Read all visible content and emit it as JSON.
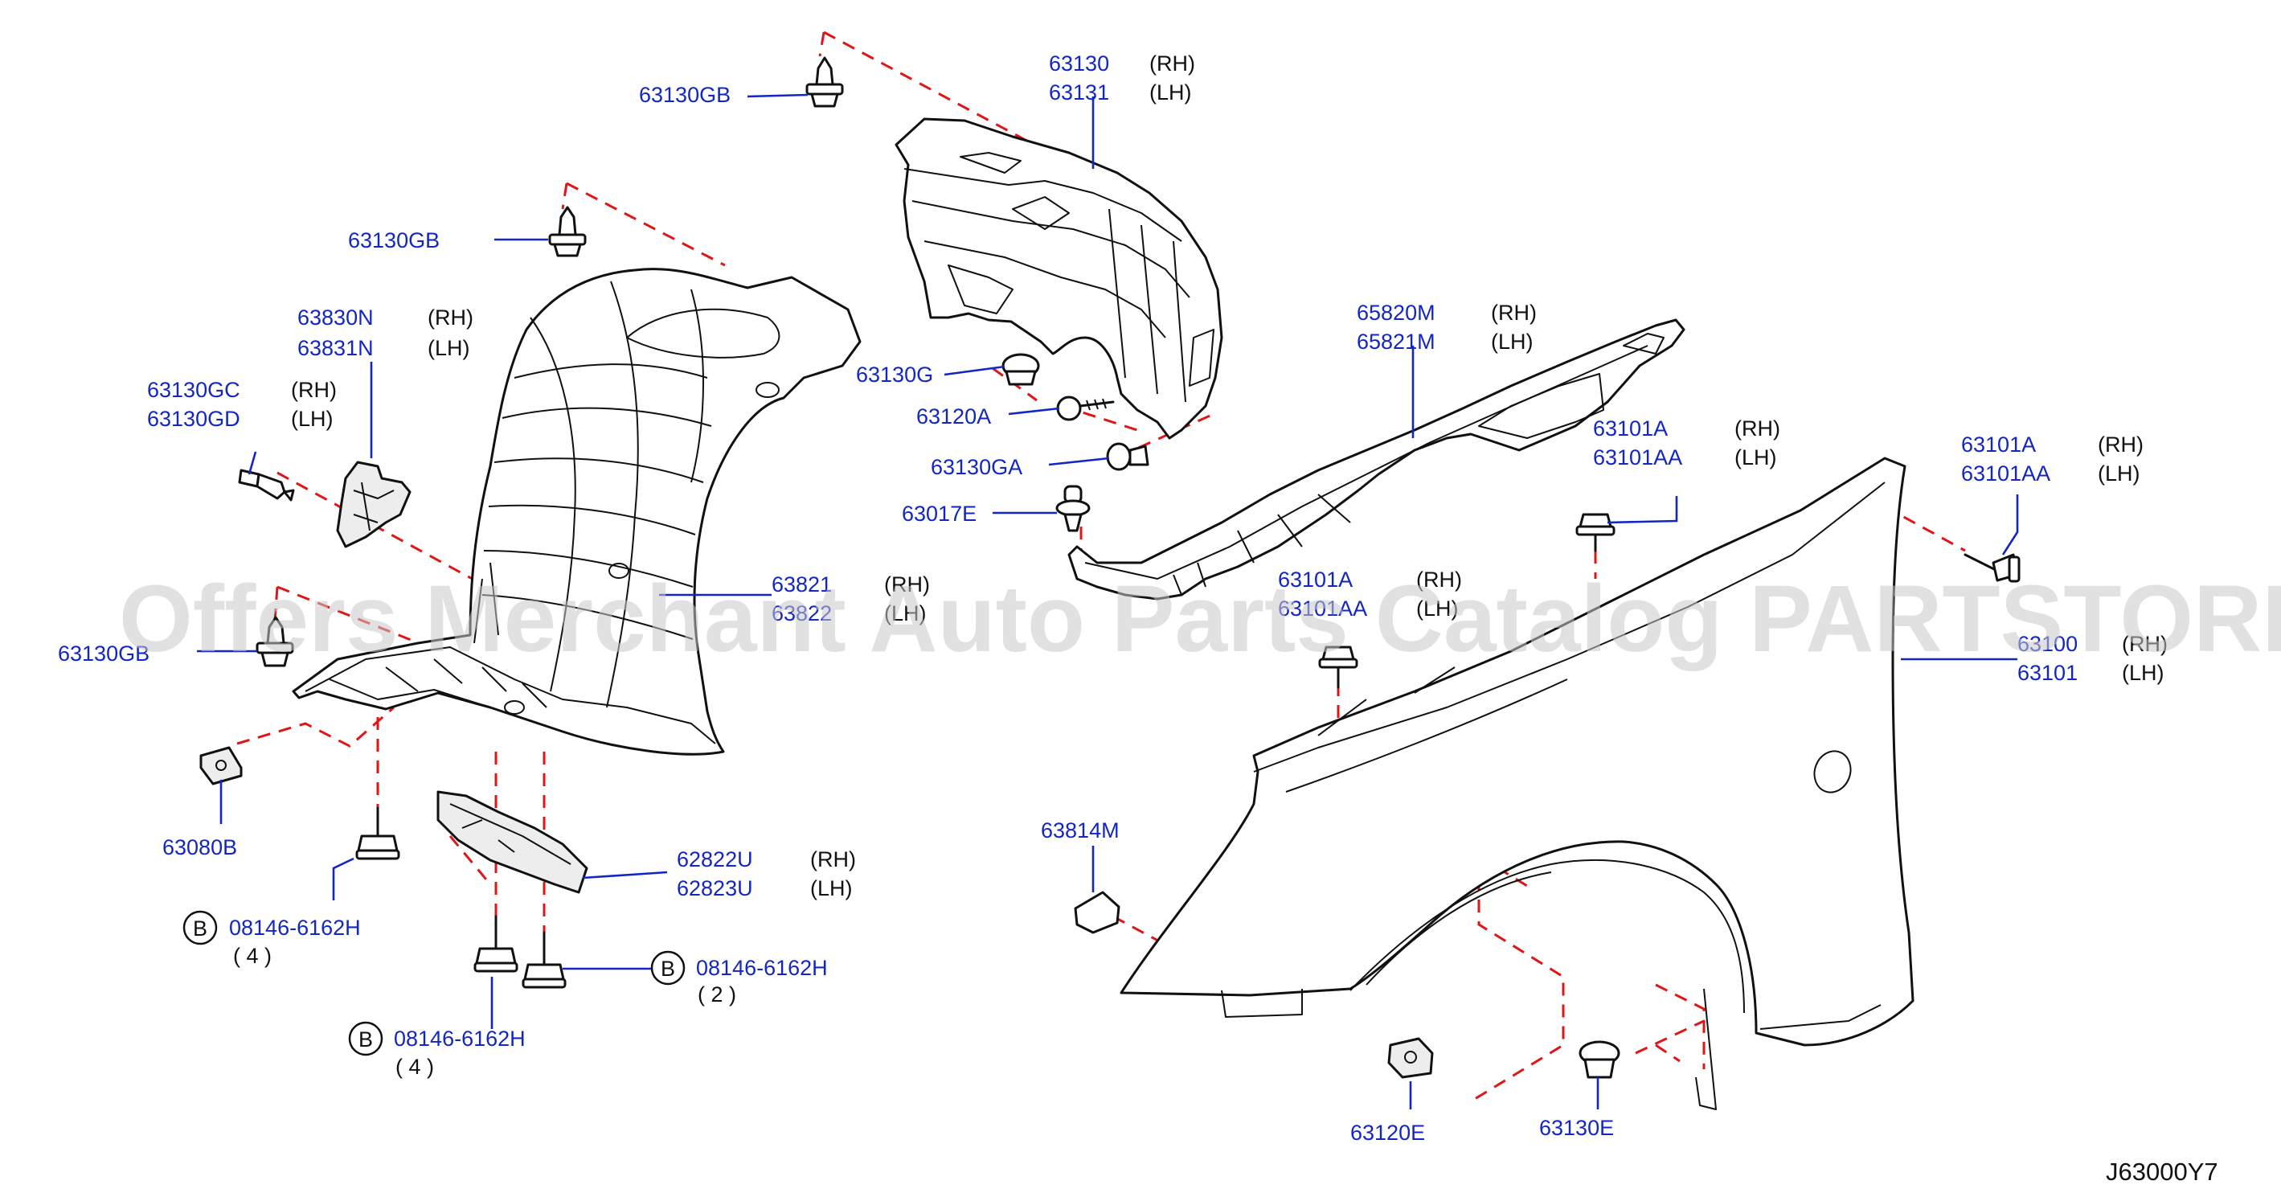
{
  "diagram": {
    "code": "J63000Y7",
    "watermark": "Offers Merchant Auto Parts Catalog PARTSTORE.SA",
    "accent_color": "#1226c6",
    "dash_color": "#e01616"
  },
  "labels": {
    "l01": {
      "part": "63130GB"
    },
    "l02": {
      "part": "63130",
      "side": "(RH)"
    },
    "l03": {
      "part": "63131",
      "side": "(LH)"
    },
    "l04": {
      "part": "63130GB"
    },
    "l05": {
      "part": "63830N",
      "side": "(RH)"
    },
    "l06": {
      "part": "63831N",
      "side": "(LH)"
    },
    "l07": {
      "part": "63130GC",
      "side": "(RH)"
    },
    "l08": {
      "part": "63130GD",
      "side": "(LH)"
    },
    "l09": {
      "part": "63130G"
    },
    "l10": {
      "part": "63120A"
    },
    "l11": {
      "part": "63130GA"
    },
    "l12": {
      "part": "63017E"
    },
    "l13": {
      "part": "65820M",
      "side": "(RH)"
    },
    "l14": {
      "part": "65821M",
      "side": "(LH)"
    },
    "l15": {
      "part": "63101A",
      "side": "(RH)"
    },
    "l16": {
      "part": "63101AA",
      "side": "(LH)"
    },
    "l17": {
      "part": "63101A",
      "side": "(RH)"
    },
    "l18": {
      "part": "63101AA",
      "side": "(LH)"
    },
    "l19": {
      "part": "63821",
      "side": "(RH)"
    },
    "l20": {
      "part": "63822",
      "side": "(LH)"
    },
    "l21": {
      "part": "63101A",
      "side": "(RH)"
    },
    "l22": {
      "part": "63101AA",
      "side": "(LH)"
    },
    "l23": {
      "part": "63130GB"
    },
    "l24": {
      "part": "63100",
      "side": "(RH)"
    },
    "l25": {
      "part": "63101",
      "side": "(LH)"
    },
    "l26": {
      "part": "63080B"
    },
    "l27": {
      "part": "63814M"
    },
    "l28": {
      "part": "62822U",
      "side": "(RH)"
    },
    "l29": {
      "part": "62823U",
      "side": "(LH)"
    },
    "l30": {
      "part": "08146-6162H",
      "qty": "( 4 )",
      "badge": "B"
    },
    "l31": {
      "part": "08146-6162H",
      "qty": "( 2 )",
      "badge": "B"
    },
    "l32": {
      "part": "08146-6162H",
      "qty": "( 4 )",
      "badge": "B"
    },
    "l33": {
      "part": "63120E"
    },
    "l34": {
      "part": "63130E"
    }
  }
}
